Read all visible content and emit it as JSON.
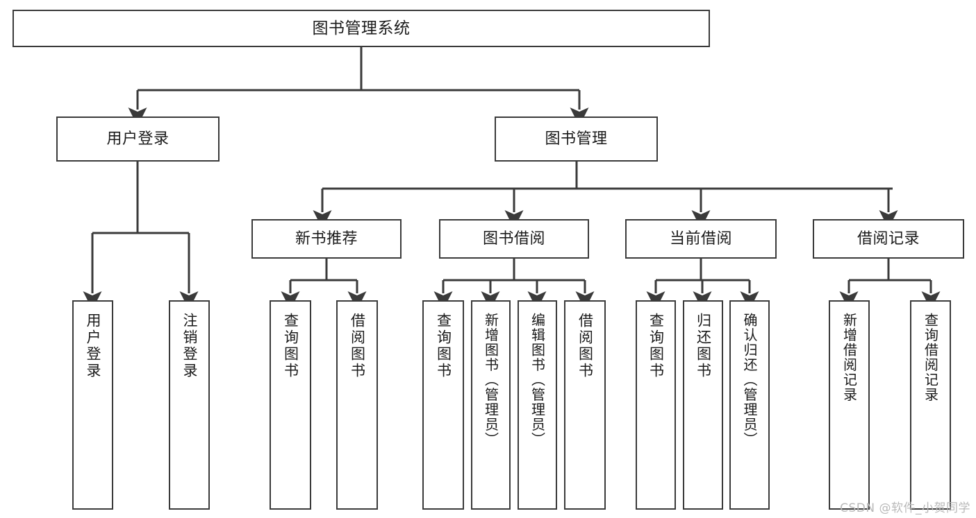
{
  "diagram": {
    "title": "图书管理系统",
    "type": "tree",
    "background_color": "#ffffff",
    "node_border_color": "#3a3a3a",
    "node_fill_color": "#ffffff",
    "text_color": "#1a1a1a",
    "edge_color": "#3a3a3a"
  },
  "nodes": {
    "root": {
      "label": "图书管理系统",
      "level": 1,
      "orientation": "horizontal"
    },
    "user_login": {
      "label": "用户登录",
      "level": 2,
      "orientation": "horizontal"
    },
    "book_manage": {
      "label": "图书管理",
      "level": 2,
      "orientation": "horizontal"
    },
    "new_book_rec": {
      "label": "新书推荐",
      "level": 3,
      "orientation": "horizontal"
    },
    "book_borrow": {
      "label": "图书借阅",
      "level": 3,
      "orientation": "horizontal"
    },
    "current_borrow": {
      "label": "当前借阅",
      "level": 3,
      "orientation": "horizontal"
    },
    "borrow_record": {
      "label": "借阅记录",
      "level": 3,
      "orientation": "horizontal"
    },
    "leaf_user_login": {
      "label": "用户登录",
      "level": 4,
      "orientation": "vertical"
    },
    "leaf_logout": {
      "label": "注销登录",
      "level": 4,
      "orientation": "vertical"
    },
    "leaf_query_book_1": {
      "label": "查询图书",
      "level": 4,
      "orientation": "vertical"
    },
    "leaf_borrow_book_1": {
      "label": "借阅图书",
      "level": 4,
      "orientation": "vertical"
    },
    "leaf_query_book_2": {
      "label": "查询图书",
      "level": 4,
      "orientation": "vertical"
    },
    "leaf_add_book": {
      "label": "新增图书（管理员）",
      "level": 4,
      "orientation": "vertical"
    },
    "leaf_edit_book": {
      "label": "编辑图书（管理员）",
      "level": 4,
      "orientation": "vertical"
    },
    "leaf_borrow_book_2": {
      "label": "借阅图书",
      "level": 4,
      "orientation": "vertical"
    },
    "leaf_query_book_3": {
      "label": "查询图书",
      "level": 4,
      "orientation": "vertical"
    },
    "leaf_return_book": {
      "label": "归还图书",
      "level": 4,
      "orientation": "vertical"
    },
    "leaf_confirm_return": {
      "label": "确认归还（管理员）",
      "level": 4,
      "orientation": "vertical"
    },
    "leaf_add_record": {
      "label": "新增借阅记录",
      "level": 4,
      "orientation": "vertical"
    },
    "leaf_query_record": {
      "label": "查询借阅记录",
      "level": 4,
      "orientation": "vertical"
    }
  },
  "edges": [
    {
      "from": "root",
      "to": "user_login"
    },
    {
      "from": "root",
      "to": "book_manage"
    },
    {
      "from": "user_login",
      "to": "leaf_user_login"
    },
    {
      "from": "user_login",
      "to": "leaf_logout"
    },
    {
      "from": "book_manage",
      "to": "new_book_rec"
    },
    {
      "from": "book_manage",
      "to": "book_borrow"
    },
    {
      "from": "book_manage",
      "to": "current_borrow"
    },
    {
      "from": "book_manage",
      "to": "borrow_record"
    },
    {
      "from": "new_book_rec",
      "to": "leaf_query_book_1"
    },
    {
      "from": "new_book_rec",
      "to": "leaf_borrow_book_1"
    },
    {
      "from": "book_borrow",
      "to": "leaf_query_book_2"
    },
    {
      "from": "book_borrow",
      "to": "leaf_add_book"
    },
    {
      "from": "book_borrow",
      "to": "leaf_edit_book"
    },
    {
      "from": "book_borrow",
      "to": "leaf_borrow_book_2"
    },
    {
      "from": "current_borrow",
      "to": "leaf_query_book_3"
    },
    {
      "from": "current_borrow",
      "to": "leaf_return_book"
    },
    {
      "from": "current_borrow",
      "to": "leaf_confirm_return"
    },
    {
      "from": "borrow_record",
      "to": "leaf_add_record"
    },
    {
      "from": "borrow_record",
      "to": "leaf_query_record"
    }
  ],
  "watermark": {
    "text": "CSDN @软件_小贺同学",
    "color": "#b9b9b9"
  }
}
